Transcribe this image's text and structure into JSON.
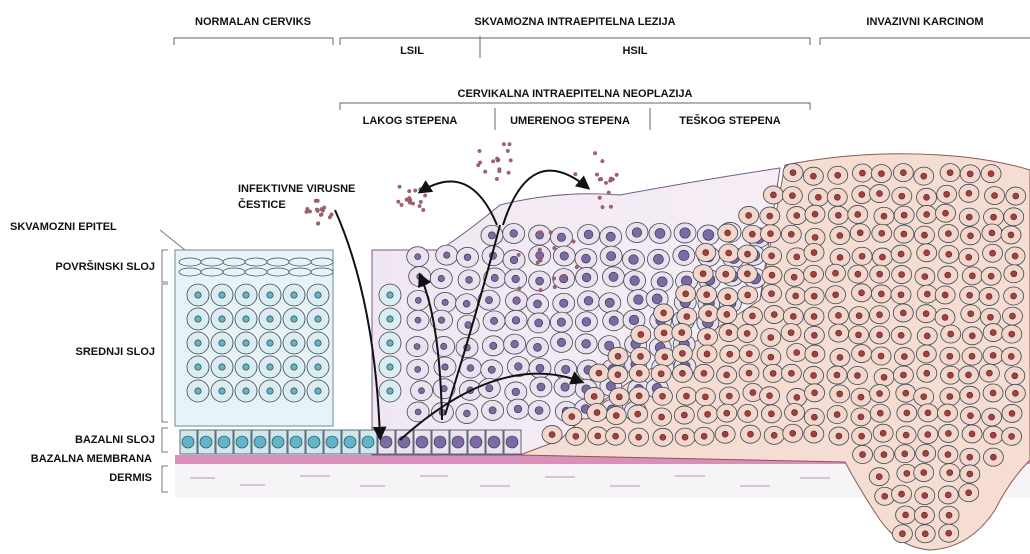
{
  "header": {
    "normal_cervix": "NORMALAN CERVIKS",
    "sil": "SKVAMOZNA INTRAEPITELNA LEZIJA",
    "invasive": "INVAZIVNI KARCINOM",
    "lsil": "LSIL",
    "hsil": "HSIL"
  },
  "cin": {
    "title": "CERVIKALNA INTRAEPITELNA NEOPLAZIJA",
    "low": "LAKOG STEPENA",
    "moderate": "UMERENOG STEPENA",
    "severe": "TEŠKOG STEPENA"
  },
  "virus_label": [
    "INFEKTIVNE VIRUSNE",
    "ČESTICE"
  ],
  "layers": {
    "squamous_epithelium": "SKVAMOZNI EPITEL",
    "superficial": "POVRŠINSKI SLOJ",
    "intermediate": "SREDNJI SLOJ",
    "basal": "BAZALNI SLOJ",
    "basal_membrane": "BAZALNA MEMBRANA",
    "dermis": "DERMIS"
  },
  "colors": {
    "normal_cell_fill": "#dcedf2",
    "normal_nucleus": "#5fb6c8",
    "cin_cell_fill": "#ece2ef",
    "cin_nucleus": "#7a6aa8",
    "carcinoma_cell_fill": "#f3d6cc",
    "carcinoma_nucleus": "#b03a3a",
    "basal_membrane": "#c66aa0",
    "cell_outline": "#3a4a55"
  }
}
